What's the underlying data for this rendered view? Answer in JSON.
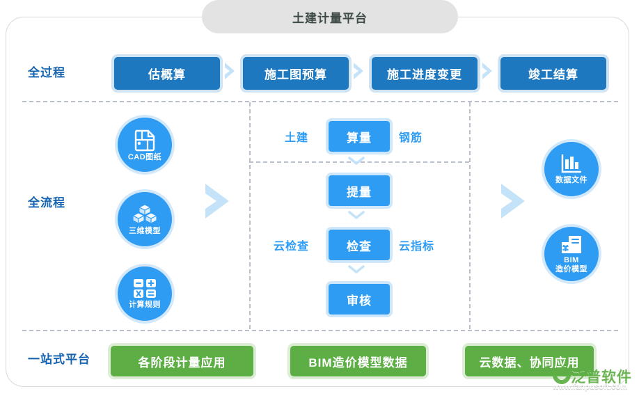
{
  "header": {
    "title": "土建计量平台"
  },
  "rows": {
    "process_label": "全过程",
    "flow_label": "全流程",
    "platform_label": "一站式平台"
  },
  "process_stages": [
    {
      "label": "估概算"
    },
    {
      "label": "施工图预算"
    },
    {
      "label": "施工进度变更"
    },
    {
      "label": "竣工结算"
    }
  ],
  "input_circles": [
    {
      "label": "CAD图纸",
      "icon": "cad-drawing-icon"
    },
    {
      "label": "三维模型",
      "icon": "three-d-model-icon"
    },
    {
      "label": "计算规则",
      "icon": "calculator-icon"
    }
  ],
  "center_flow": {
    "steps": [
      {
        "label": "算量",
        "left": "土建",
        "right": "钢筋"
      },
      {
        "label": "提量",
        "left": "",
        "right": ""
      },
      {
        "label": "检查",
        "left": "云检查",
        "right": "云指标"
      },
      {
        "label": "审核",
        "left": "",
        "right": ""
      }
    ]
  },
  "output_circles": [
    {
      "label": "数据文件",
      "icon": "bar-chart-file-icon"
    },
    {
      "label": "BIM\n造价模型",
      "icon": "bim-cost-model-icon"
    }
  ],
  "platform_items": [
    {
      "label": "各阶段计量应用"
    },
    {
      "label": "BIM造价模型数据"
    },
    {
      "label": "云数据、协同应用"
    }
  ],
  "watermark": {
    "brand": "泛普软件",
    "url": "www.fanpusoft.com"
  },
  "colors": {
    "process_blue": "#1e78c0",
    "flow_blue": "#2f9cf4",
    "platform_green": "#5eae46",
    "title_gray": "#e3e3e3",
    "dashed_gray": "#b9c0cc",
    "chevron_light_blue": "#c5e3f8"
  }
}
